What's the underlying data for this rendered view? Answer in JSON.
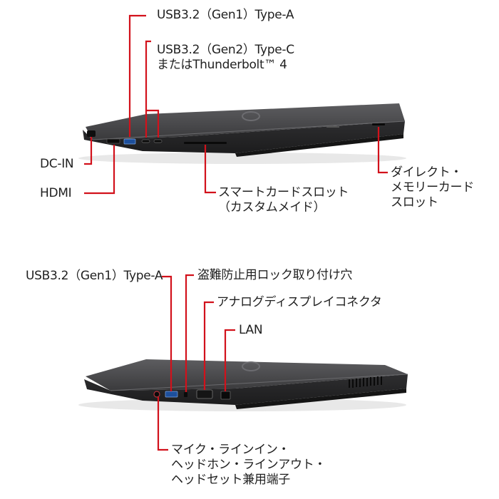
{
  "top_view": {
    "labels": {
      "usb_gen1_typea": "USB3.2（Gen1）Type-A",
      "usb_gen2_typec_l1": "USB3.2（Gen2）Type-C",
      "usb_gen2_typec_l2": "またはThunderbolt™ 4",
      "dc_in": "DC-IN",
      "hdmi": "HDMI",
      "smartcard_l1": "スマートカードスロット",
      "smartcard_l2": "（カスタムメイド）",
      "memcard_l1": "ダイレクト・",
      "memcard_l2": "メモリーカード",
      "memcard_l3": "スロット"
    }
  },
  "bottom_view": {
    "labels": {
      "usb_gen1_typea": "USB3.2（Gen1）Type-A",
      "security_lock": "盗難防止用ロック取り付け穴",
      "analog_display": "アナログディスプレイコネクタ",
      "lan": "LAN",
      "audio_l1": "マイク・ラインイン・",
      "audio_l2": "ヘッドホン・ラインアウト・",
      "audio_l3": "ヘッドセット兼用端子"
    }
  },
  "colors": {
    "leader_line": "#d2111b",
    "laptop_body": "#3c3c3e",
    "text": "#1f1f1f"
  }
}
